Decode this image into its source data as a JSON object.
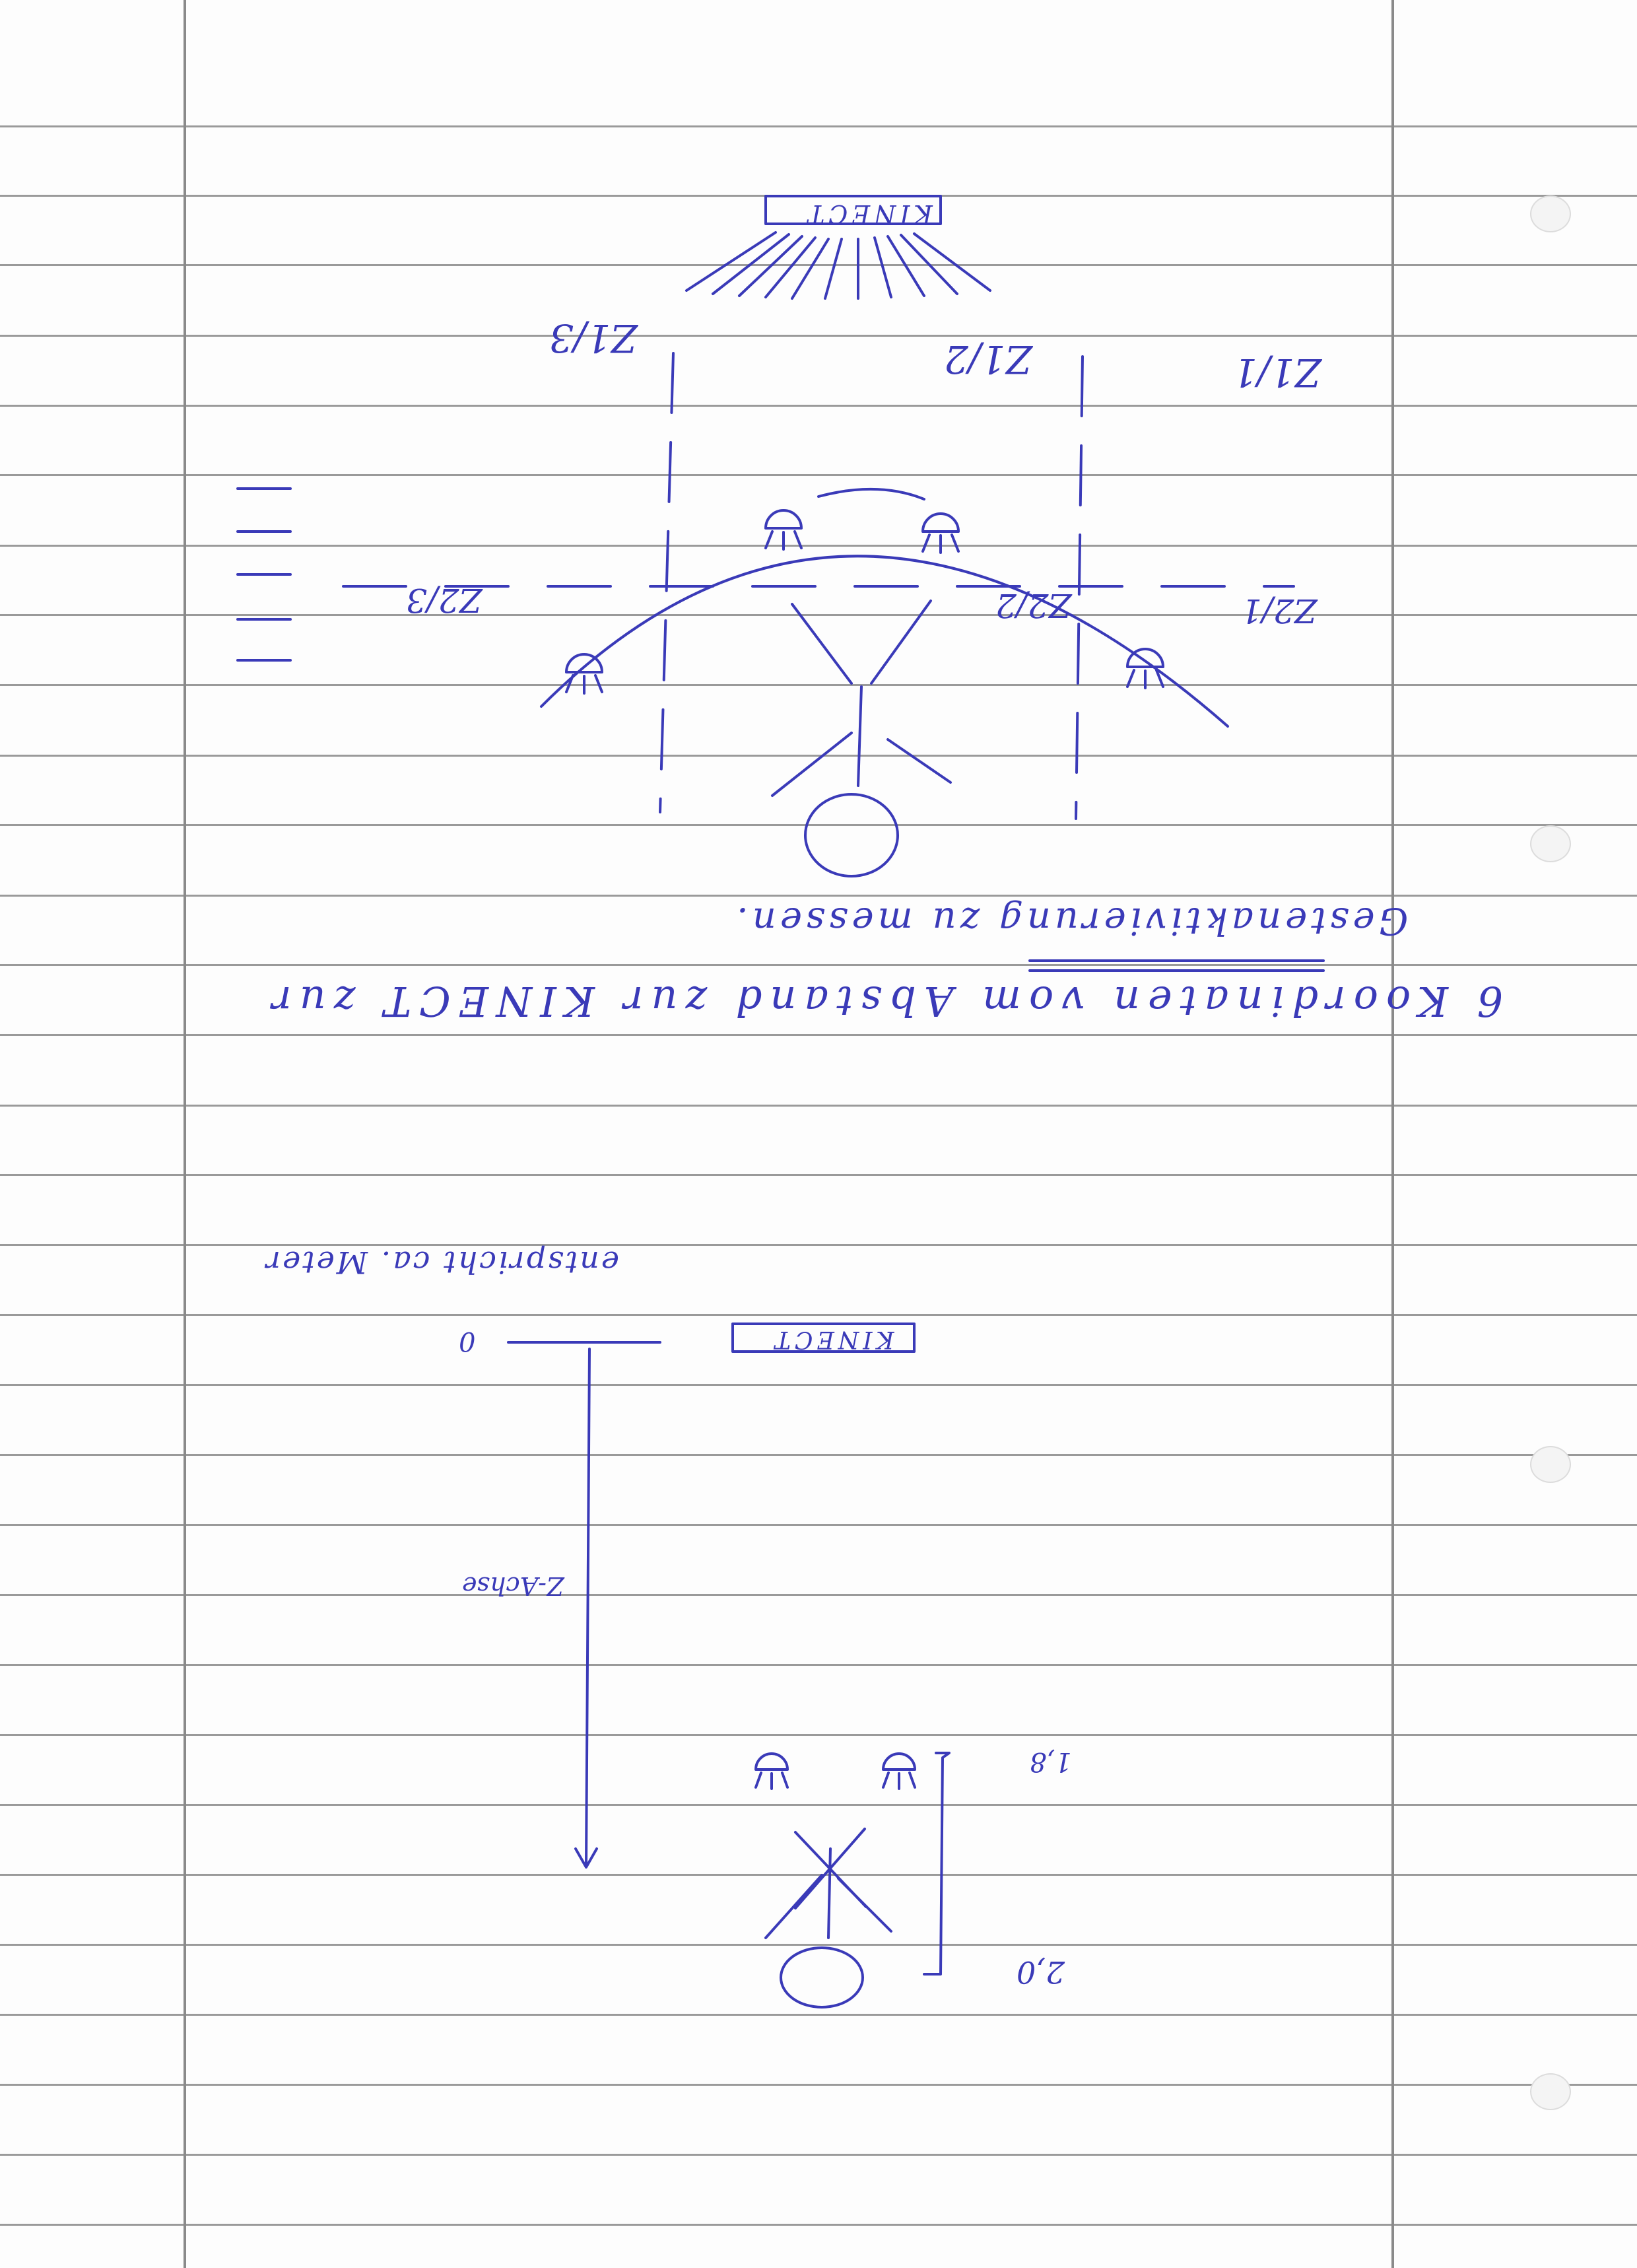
{
  "sheet": {
    "kind": "lined notebook paper",
    "ink_color": "#3a3ab8",
    "rule_color": "#9a9a9a"
  },
  "upper_sketch": {
    "kinect_label": "KINECT",
    "zone_labels_top": [
      "Z1/1",
      "Z1/2",
      "Z1/3"
    ],
    "zone_labels_middle": [
      "Z2/1",
      "Z2/2",
      "Z2/3"
    ]
  },
  "note": {
    "line1": "6 Koordinaten vom Abstand zur KINECT zur",
    "line2": "Gestenaktivierung zu messen."
  },
  "lower_sketch": {
    "caption": "entspricht ca. Meter",
    "zero_mark": "0",
    "kinect_label": "KINECT",
    "axis_label": "Z-Achse",
    "height_top": "1,8",
    "height_bottom": "2,0"
  }
}
